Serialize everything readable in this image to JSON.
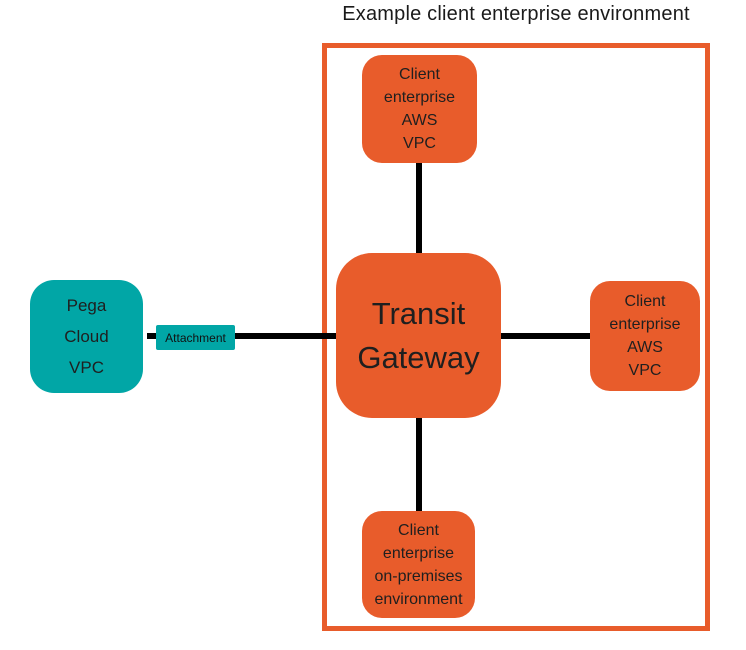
{
  "title": "Example client enterprise environment",
  "colors": {
    "node_orange": "#e85c2b",
    "node_teal": "#01a6a6",
    "boundary_border": "#e85c2b",
    "connector_black": "#000000",
    "text_dark": "#1f1f1f"
  },
  "boundary": {
    "label": "Example client enterprise environment"
  },
  "nodes": {
    "pega_cloud_vpc": {
      "lines": [
        "Pega",
        "Cloud",
        "VPC"
      ]
    },
    "client_aws_vpc_top": {
      "lines": [
        "Client",
        "enterprise",
        "AWS",
        "VPC"
      ]
    },
    "transit_gateway": {
      "lines": [
        "Transit",
        "Gateway"
      ]
    },
    "client_aws_vpc_right": {
      "lines": [
        "Client",
        "enterprise",
        "AWS",
        "VPC"
      ]
    },
    "client_on_premises": {
      "lines": [
        "Client",
        "enterprise",
        "on-premises",
        "environment"
      ]
    }
  },
  "connectors": {
    "attachment_label": "Attachment"
  }
}
